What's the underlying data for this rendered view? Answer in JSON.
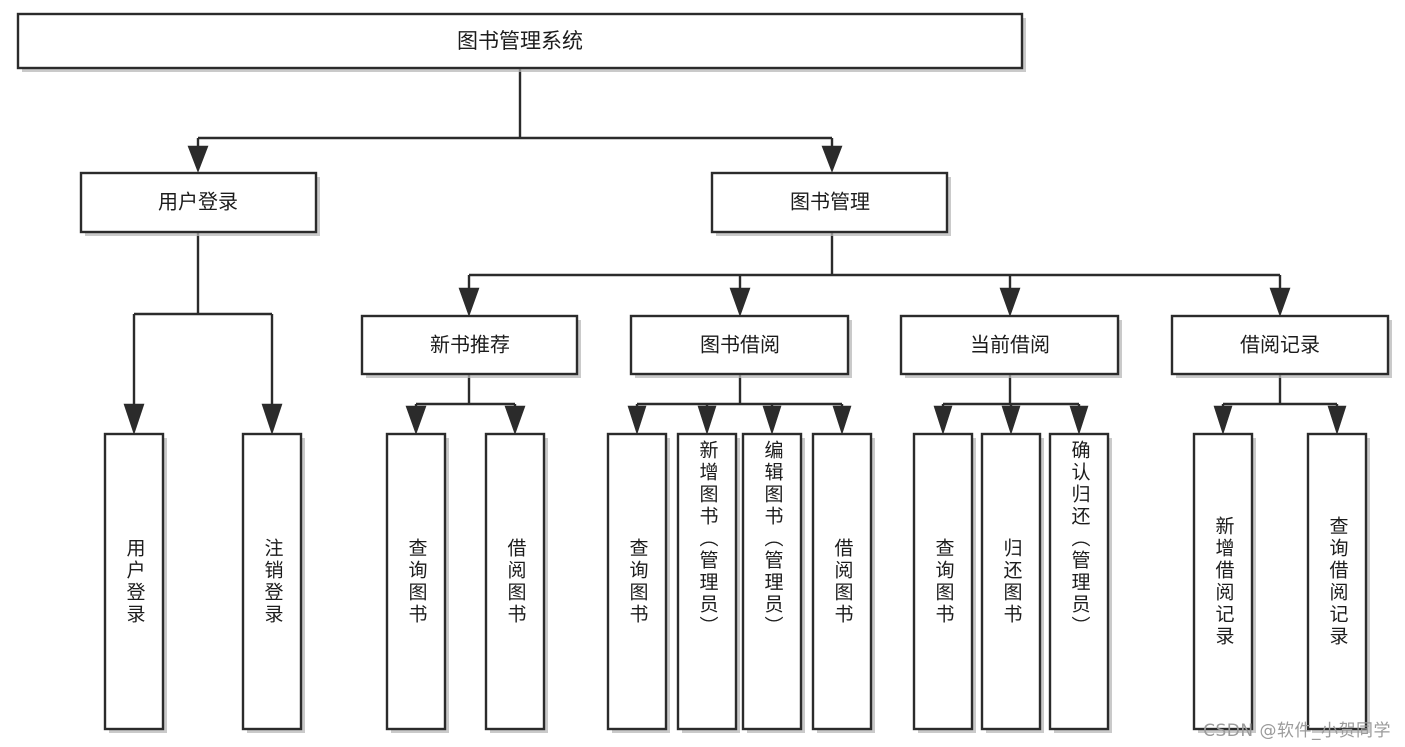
{
  "diagram": {
    "type": "tree-hierarchy-flowchart",
    "title": "图书管理系统",
    "watermark": "CSDN @软件_小贺同学",
    "colors": {
      "stroke": "#2b2b2b",
      "fill": "#ffffff",
      "background": "#ffffff",
      "watermark": "#9b9b9b"
    },
    "root": {
      "label": "图书管理系统"
    },
    "level2": [
      {
        "label": "用户登录"
      },
      {
        "label": "图书管理"
      }
    ],
    "level3": [
      {
        "label": "新书推荐"
      },
      {
        "label": "图书借阅"
      },
      {
        "label": "当前借阅"
      },
      {
        "label": "借阅记录"
      }
    ],
    "leaves": {
      "user_login": [
        {
          "label": "用户登录"
        },
        {
          "label": "注销登录"
        }
      ],
      "new_book_recommend": [
        {
          "label": "查询图书"
        },
        {
          "label": "借阅图书"
        }
      ],
      "book_borrow": [
        {
          "label": "查询图书"
        },
        {
          "label": "新增图书（管理员）"
        },
        {
          "label": "编辑图书（管理员）"
        },
        {
          "label": "借阅图书"
        }
      ],
      "current_borrow": [
        {
          "label": "查询图书"
        },
        {
          "label": "归还图书"
        },
        {
          "label": "确认归还（管理员）"
        }
      ],
      "borrow_records": [
        {
          "label": "新增借阅记录"
        },
        {
          "label": "查询借阅记录"
        }
      ]
    }
  }
}
